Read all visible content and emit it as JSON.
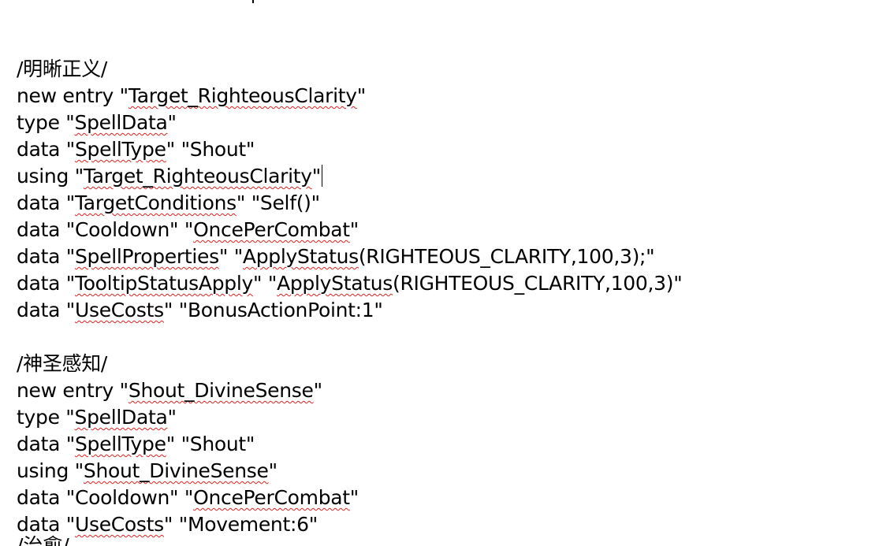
{
  "colors": {
    "page_background": "#ffffff",
    "text": "#000000",
    "spellcheck_underline": "#e0221f"
  },
  "blocks": [
    {
      "header": "/明晰正义/",
      "lines": [
        {
          "keyword": "new entry ",
          "q1": "\"",
          "name": "Target_RighteousClarity",
          "q2": "\""
        },
        {
          "keyword": "type ",
          "q1": "\"",
          "name": "SpellData",
          "q2": "\""
        },
        {
          "keyword": "data ",
          "q1": "\"",
          "name": "SpellType",
          "q2": "\" ",
          "value": "\"Shout\""
        },
        {
          "keyword": "using ",
          "q1": "\"",
          "name": "Target_RighteousClarity",
          "q2": "\""
        },
        {
          "keyword": "data ",
          "q1": "\"",
          "name": "TargetConditions",
          "q2": "\" ",
          "value": "\"Self()\""
        },
        {
          "keyword": "data ",
          "q1": "\"",
          "plain": "Cooldown",
          "q2": "\" ",
          "vq1": "\"",
          "vname": "OncePerCombat",
          "vq2": "\""
        },
        {
          "keyword": "data ",
          "q1": "\"",
          "name": "SpellProperties",
          "q2": "\" ",
          "vq1": "\"",
          "vname": "ApplyStatus",
          "vrest": "(RIGHTEOUS_CLARITY,100,3);\""
        },
        {
          "keyword": "data ",
          "q1": "\"",
          "name": "TooltipStatusApply",
          "q2": "\" ",
          "vq1": "\"",
          "vname": "ApplyStatus",
          "vrest": "(RIGHTEOUS_CLARITY,100,3)\""
        },
        {
          "keyword": "data ",
          "q1": "\"",
          "name": "UseCosts",
          "q2": "\" ",
          "value": "\"BonusActionPoint:1\""
        }
      ]
    },
    {
      "header": "/神圣感知/",
      "lines": [
        {
          "keyword": "new entry ",
          "q1": "\"",
          "name": "Shout_DivineSense",
          "q2": "\""
        },
        {
          "keyword": "type ",
          "q1": "\"",
          "name": "SpellData",
          "q2": "\""
        },
        {
          "keyword": "data ",
          "q1": "\"",
          "name": "SpellType",
          "q2": "\" ",
          "value": "\"Shout\""
        },
        {
          "keyword": "using ",
          "q1": "\"",
          "name": "Shout_DivineSense",
          "q2": "\""
        },
        {
          "keyword": "data ",
          "q1": "\"",
          "plain": "Cooldown",
          "q2": "\" ",
          "vq1": "\"",
          "vname": "OncePerCombat",
          "vq2": "\""
        },
        {
          "keyword": "data ",
          "q1": "\"",
          "name": "UseCosts",
          "q2": "\" ",
          "value": "\"Movement:6\""
        }
      ]
    }
  ],
  "partial_next_header": "/治愈/"
}
